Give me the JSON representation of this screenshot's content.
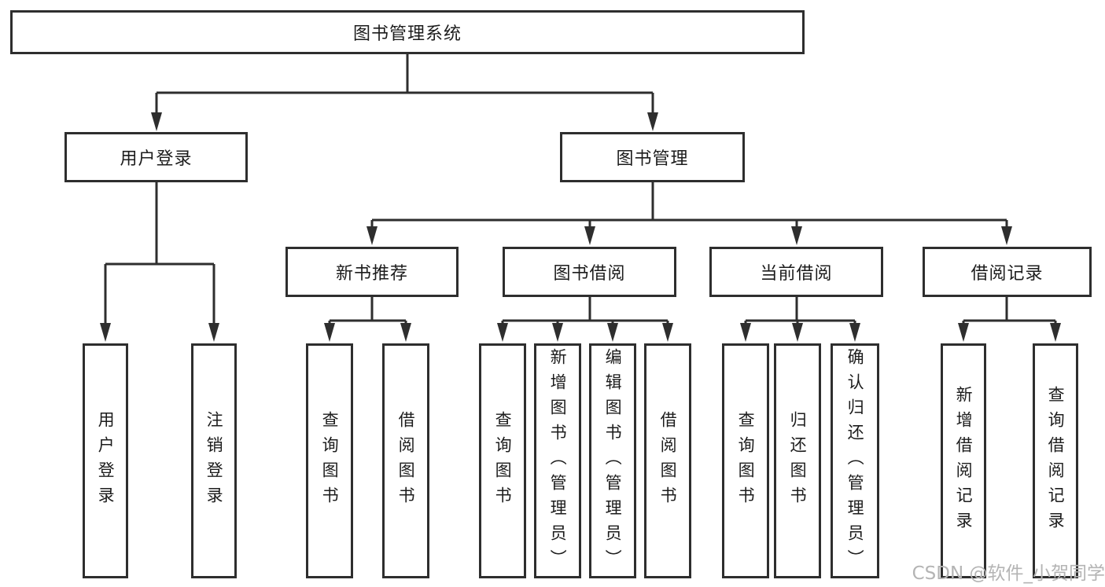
{
  "diagram_type": "functional-structure-tree",
  "colors": {
    "line": "#2e2e2e",
    "node_border": "#2e2e2e",
    "node_background": "#ffffff",
    "text": "#1c1c1c",
    "watermark": "#b4b4b4",
    "page_background": "#ffffff"
  },
  "tree": {
    "label": "图书管理系统",
    "children": [
      {
        "label": "用户登录",
        "children": [
          {
            "label": "用户登录"
          },
          {
            "label": "注销登录"
          }
        ]
      },
      {
        "label": "图书管理",
        "children": [
          {
            "label": "新书推荐",
            "children": [
              {
                "label": "查询图书"
              },
              {
                "label": "借阅图书"
              }
            ]
          },
          {
            "label": "图书借阅",
            "children": [
              {
                "label": "查询图书"
              },
              {
                "label": "新增图书（管理员）"
              },
              {
                "label": "编辑图书（管理员）"
              },
              {
                "label": "借阅图书"
              }
            ]
          },
          {
            "label": "当前借阅",
            "children": [
              {
                "label": "查询图书"
              },
              {
                "label": "归还图书"
              },
              {
                "label": "确认归还（管理员）"
              }
            ]
          },
          {
            "label": "借阅记录",
            "children": [
              {
                "label": "新增借阅记录"
              },
              {
                "label": "查询借阅记录"
              }
            ]
          }
        ]
      }
    ]
  },
  "watermark": {
    "text": "CSDN @软件_小贺同学"
  }
}
